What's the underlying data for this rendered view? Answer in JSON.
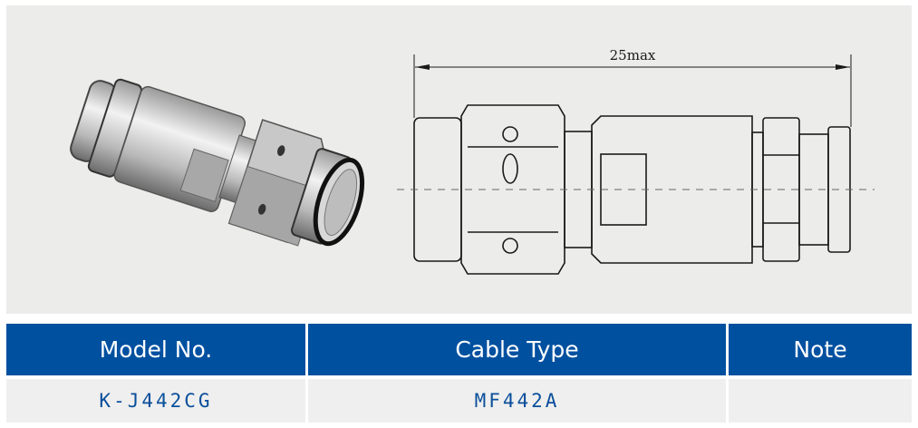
{
  "figure": {
    "dimension_label": "25max",
    "photo_alt": "connector-3d-render",
    "drawing_alt": "connector-technical-drawing"
  },
  "table": {
    "headers": [
      "Model No.",
      "Cable Type",
      "Note"
    ],
    "rows": [
      [
        "K-J442CG",
        "MF442A",
        ""
      ]
    ]
  },
  "colors": {
    "header_bg": "#0050a0",
    "header_text": "#ffffff",
    "cell_bg": "#efefef",
    "cell_text": "#0a4f9b",
    "panel_bg": "#ececea"
  }
}
